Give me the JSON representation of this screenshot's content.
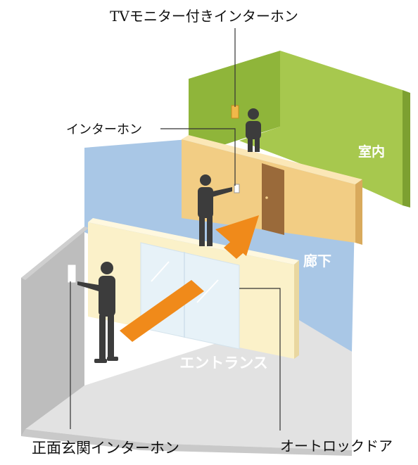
{
  "labels": {
    "tv_intercom": "TVモニター付きインターホン",
    "intercom": "インターホン",
    "entrance_intercom": "正面玄関インターホン",
    "autolock_door": "オートロックドア"
  },
  "zones": {
    "room": "室内",
    "corridor": "廊下",
    "entrance": "エントランス"
  },
  "colors": {
    "room": "#a7c84e",
    "corridor": "#a9c7e6",
    "entrance_floor": "#e2e2e2",
    "entrance_wall": "#fbf1c9",
    "room_wall": "#f2cd84",
    "door": "#9a6a3a",
    "arrow": "#f08a1a",
    "person": "#3c3c3c"
  }
}
